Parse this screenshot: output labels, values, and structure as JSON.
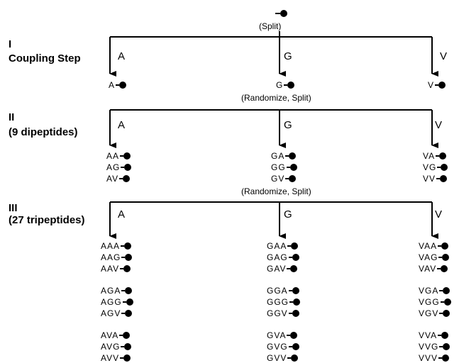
{
  "top_note": "(Split)",
  "stages": [
    {
      "numeral": "I",
      "title": "Coupling Step",
      "branches": [
        "A",
        "G",
        "V"
      ],
      "products": [
        [
          "A"
        ],
        [
          "G"
        ],
        [
          "V"
        ]
      ],
      "note": "(Randomize, Split)"
    },
    {
      "numeral": "II",
      "title": "(9 dipeptides)",
      "branches": [
        "A",
        "G",
        "V"
      ],
      "products": [
        [
          "AA",
          "AG",
          "AV"
        ],
        [
          "GA",
          "GG",
          "GV"
        ],
        [
          "VA",
          "VG",
          "VV"
        ]
      ],
      "note": "(Randomize, Split)"
    },
    {
      "numeral": "III",
      "title": "(27 tripeptides)",
      "branches": [
        "A",
        "G",
        "V"
      ],
      "products": [
        [
          "AAA",
          "AAG",
          "AAV",
          "AGA",
          "AGG",
          "AGV",
          "AVA",
          "AVG",
          "AVV"
        ],
        [
          "GAA",
          "GAG",
          "GAV",
          "GGA",
          "GGG",
          "GGV",
          "GVA",
          "GVG",
          "GVV"
        ],
        [
          "VAA",
          "VAG",
          "VAV",
          "VGA",
          "VGG",
          "VGV",
          "VVA",
          "VVG",
          "VVV"
        ]
      ]
    }
  ]
}
